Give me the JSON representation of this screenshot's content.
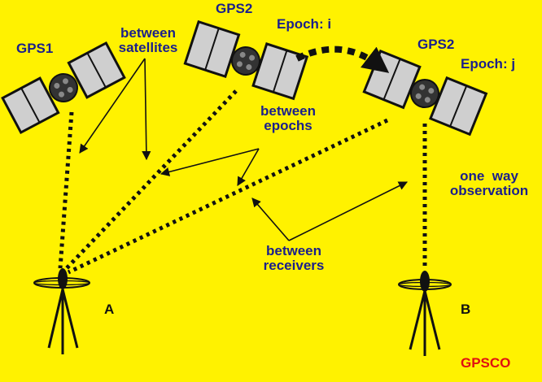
{
  "labels": {
    "gps1": "GPS1",
    "gps2_epoch_i": "GPS2",
    "epoch_i": "Epoch: i",
    "gps2_epoch_j": "GPS2",
    "epoch_j": "Epoch: j",
    "between_satellites_1": "between",
    "between_satellites_2": "satellites",
    "between_epochs_1": "between",
    "between_epochs_2": "epochs",
    "one_way_1": "one  way",
    "one_way_2": "observation",
    "between_receivers_1": "between",
    "between_receivers_2": "receivers",
    "receiver_a": "A",
    "receiver_b": "B",
    "credit": "GPSCO"
  },
  "colors": {
    "background": "#fff200",
    "label_blue": "#1a1f8c",
    "credit_red": "#e01010",
    "panel_gray": "#cfcfcf",
    "outline": "#111111"
  }
}
